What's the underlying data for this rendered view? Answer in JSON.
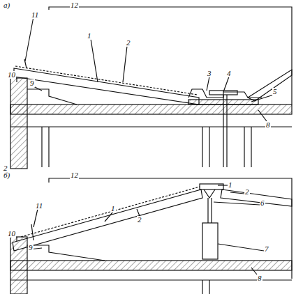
{
  "diagram": {
    "labels": [
      "а)",
      "11",
      "12",
      "1",
      "2",
      "3",
      "4",
      "5",
      "8",
      "10",
      "9",
      "2",
      "б)",
      "12",
      "11",
      "1",
      "2",
      "1",
      "2",
      "6",
      "7",
      "8",
      "10",
      "9"
    ]
  }
}
